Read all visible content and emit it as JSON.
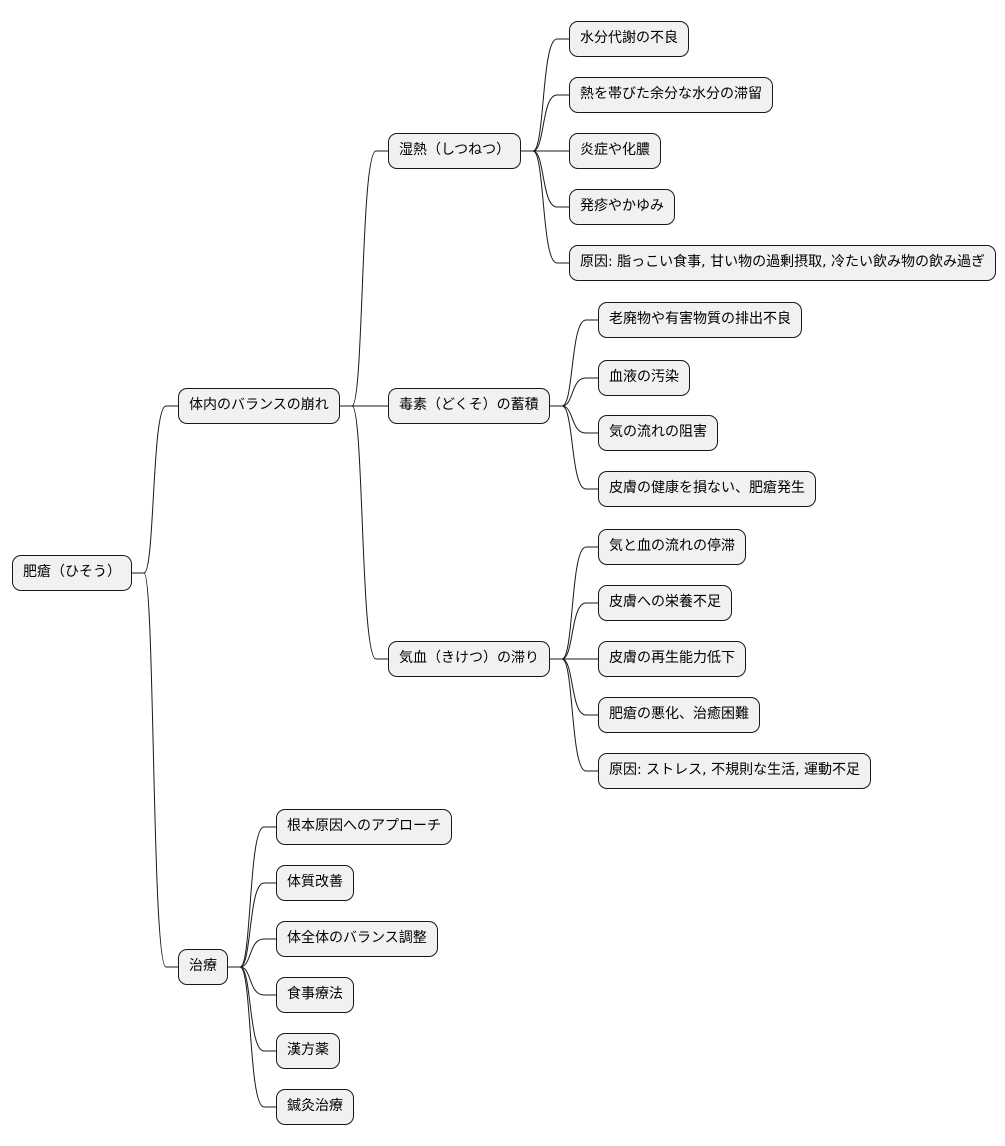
{
  "colors": {
    "node_fill": "#f1f1f1",
    "node_border": "#181818",
    "edge": "#181818",
    "text": "#000000",
    "background": "#ffffff"
  },
  "root": {
    "label": "肥瘡（ひそう）",
    "children": [
      {
        "label": "体内のバランスの崩れ",
        "children": [
          {
            "label": "湿熱（しつねつ）",
            "children": [
              {
                "label": "水分代謝の不良"
              },
              {
                "label": "熱を帯びた余分な水分の滞留"
              },
              {
                "label": "炎症や化膿"
              },
              {
                "label": "発疹やかゆみ"
              },
              {
                "label": "原因: 脂っこい食事, 甘い物の過剰摂取, 冷たい飲み物の飲み過ぎ"
              }
            ]
          },
          {
            "label": "毒素（どくそ）の蓄積",
            "children": [
              {
                "label": "老廃物や有害物質の排出不良"
              },
              {
                "label": "血液の汚染"
              },
              {
                "label": "気の流れの阻害"
              },
              {
                "label": "皮膚の健康を損ない、肥瘡発生"
              }
            ]
          },
          {
            "label": "気血（きけつ）の滞り",
            "children": [
              {
                "label": "気と血の流れの停滞"
              },
              {
                "label": "皮膚への栄養不足"
              },
              {
                "label": "皮膚の再生能力低下"
              },
              {
                "label": "肥瘡の悪化、治癒困難"
              },
              {
                "label": "原因: ストレス, 不規則な生活, 運動不足"
              }
            ]
          }
        ]
      },
      {
        "label": "治療",
        "children": [
          {
            "label": "根本原因へのアプローチ"
          },
          {
            "label": "体質改善"
          },
          {
            "label": "体全体のバランス調整"
          },
          {
            "label": "食事療法"
          },
          {
            "label": "漢方薬"
          },
          {
            "label": "鍼灸治療"
          }
        ]
      }
    ]
  }
}
